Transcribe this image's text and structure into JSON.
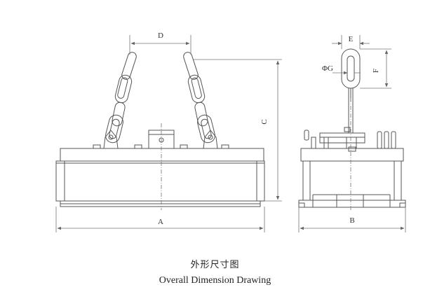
{
  "labels": {
    "A": "A",
    "B": "B",
    "C": "C",
    "D": "D",
    "E": "E",
    "F": "F",
    "G": "ΦG"
  },
  "caption": {
    "cn": "外形尺寸图",
    "en": "Overall Dimension Drawing"
  },
  "colors": {
    "line": "#555555",
    "dim": "#777777",
    "background": "#ffffff"
  }
}
